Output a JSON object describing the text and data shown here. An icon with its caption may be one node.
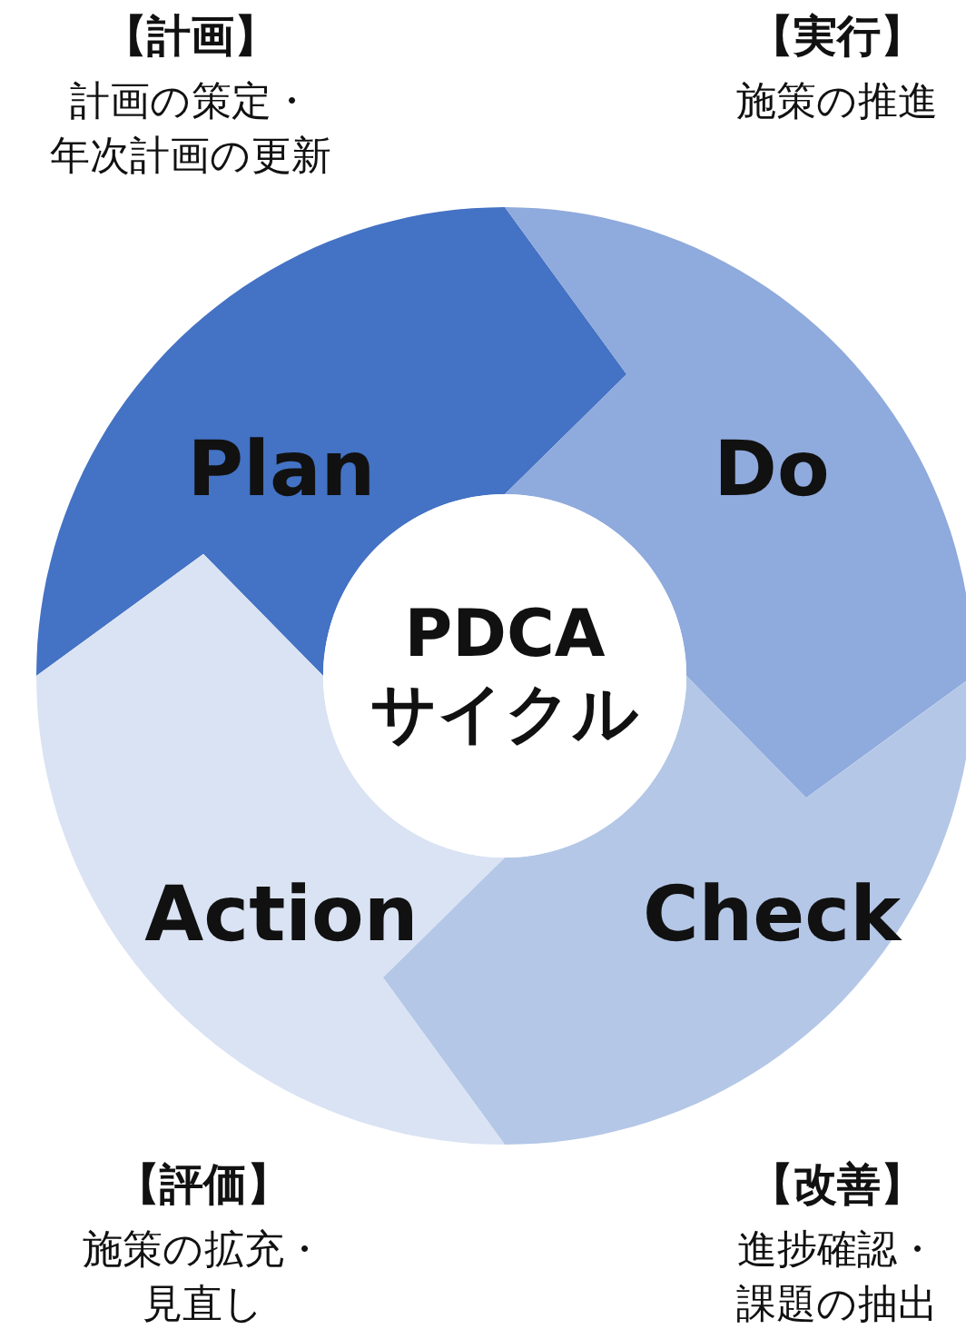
{
  "diagram": {
    "nodes": [
      {
        "text": [
          "Plan"
        ],
        "beside": [
          "【計画】",
          "計画の策定・年次計画の更新"
        ]
      },
      {
        "text": [
          "Do"
        ],
        "beside": [
          "【実行】",
          "施策の推進"
        ]
      },
      {
        "text": [
          "PDCA サイクル"
        ]
      },
      {
        "text": [
          "Action"
        ],
        "beside": [
          "【評価】",
          "施策の拡充・見直し"
        ]
      },
      {
        "text": [
          "Check"
        ],
        "beside": [
          "【改善】",
          "進捗確認・課題の抽出"
        ]
      }
    ]
  }
}
